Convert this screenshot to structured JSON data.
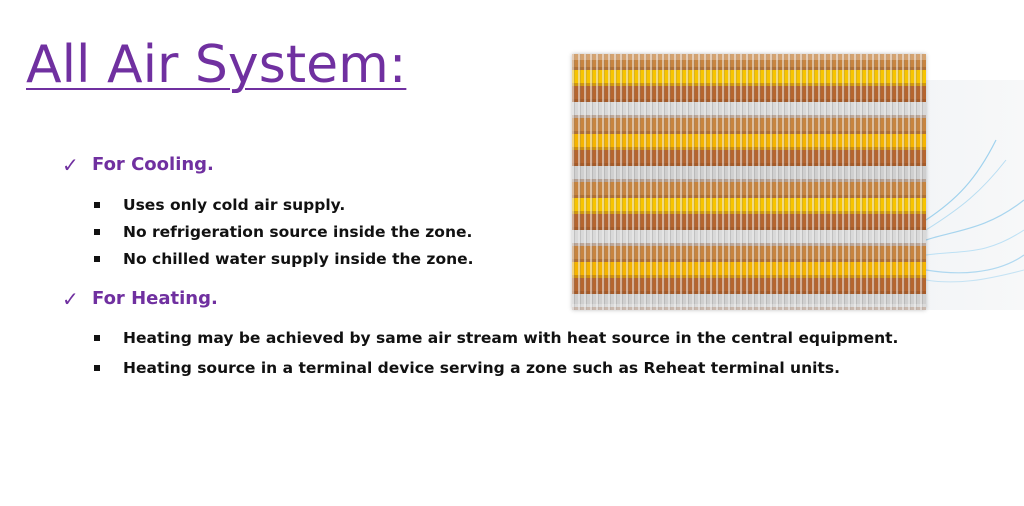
{
  "slide": {
    "title": "All Air System:",
    "colors": {
      "accent": "#7030a0",
      "text": "#111111",
      "copper": "#b5652f",
      "yellow": "#f7c400",
      "fin": "#c9c9c9",
      "airflow": "#5ab4e6"
    },
    "sections": [
      {
        "icon": "check-icon",
        "heading": "For Cooling.",
        "bullets": [
          "Uses only cold air supply.",
          "No refrigeration source inside the zone.",
          "No chilled water supply inside the zone."
        ]
      },
      {
        "icon": "check-icon",
        "heading": "For Heating.",
        "bullets": [
          "Heating may be achieved by same air stream with heat source in the central equipment.",
          "Heating source in a terminal device serving a zone such as Reheat terminal units."
        ]
      }
    ],
    "image": {
      "icon": "heating-coil-image",
      "airflow_icon": "airflow-swirl-icon"
    }
  }
}
